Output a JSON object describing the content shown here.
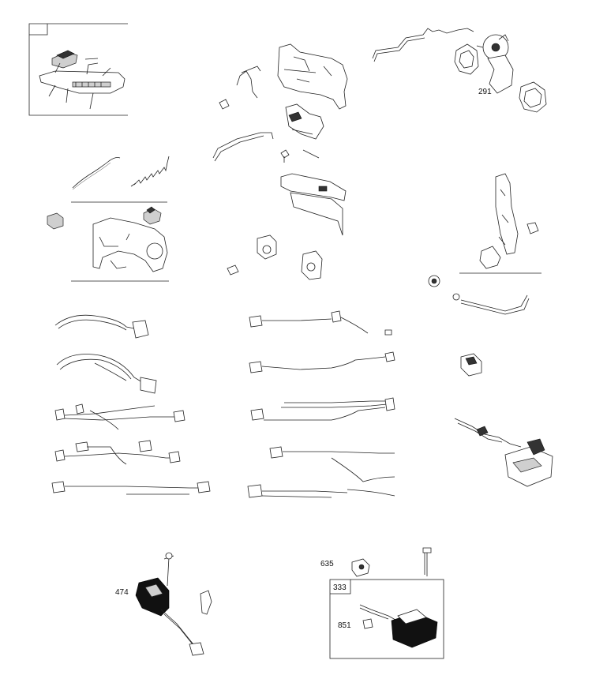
{
  "callouts": {
    "c291": "291",
    "c474": "474",
    "c635": "635",
    "c333": "333",
    "c851": "851"
  }
}
